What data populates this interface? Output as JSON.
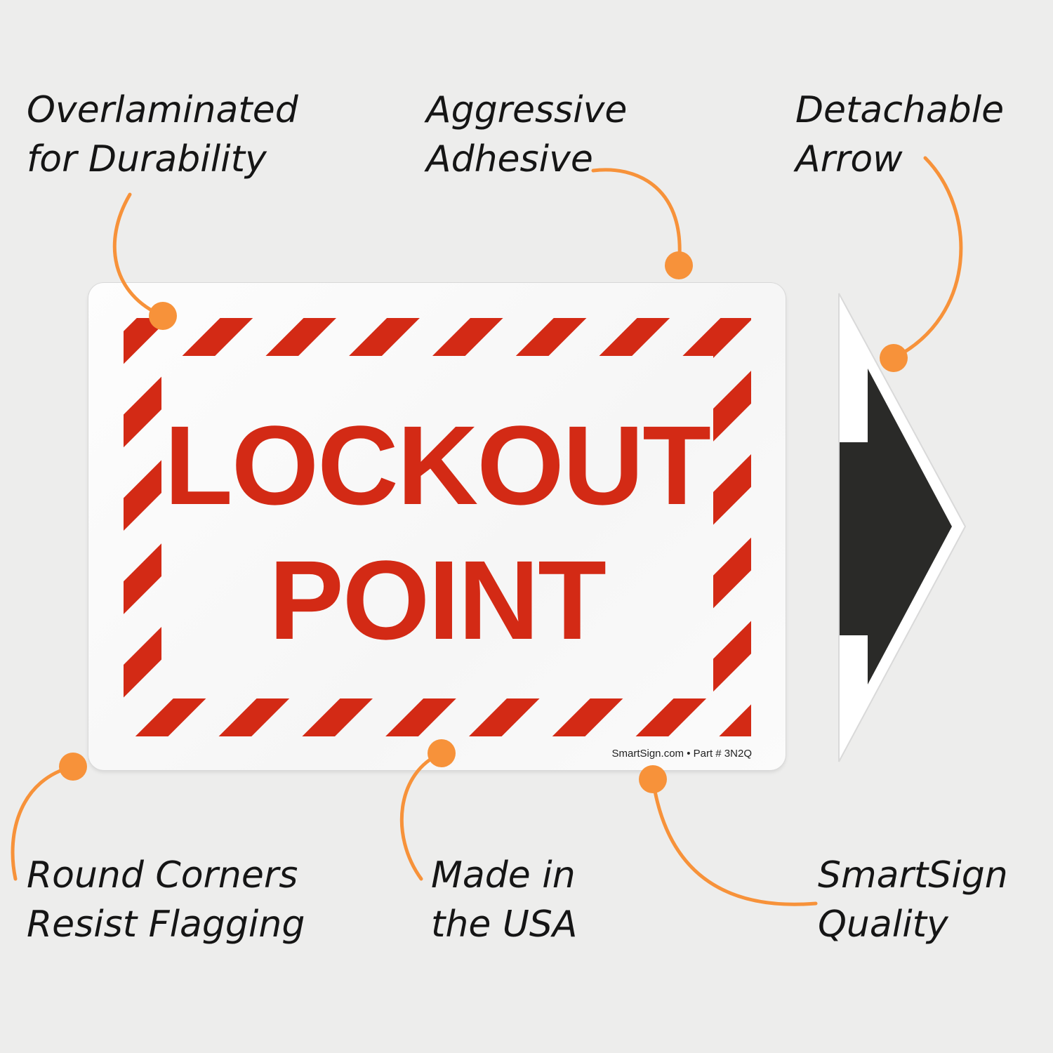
{
  "sign": {
    "line1": "LOCKOUT",
    "line2": "POINT",
    "footer": "SmartSign.com • Part # 3N2Q"
  },
  "callouts": [
    {
      "line1": "Overlaminated",
      "line2": "for Durability"
    },
    {
      "line1": "Aggressive",
      "line2": "Adhesive"
    },
    {
      "line1": "Detachable",
      "line2": "Arrow"
    },
    {
      "line1": "Round Corners",
      "line2": "Resist Flagging"
    },
    {
      "line1": "Made in",
      "line2": "the USA"
    },
    {
      "line1": "SmartSign",
      "line2": "Quality"
    }
  ],
  "colors": {
    "background": "#ededec",
    "sign_red": "#d32a15",
    "callout_orange": "#f7923a",
    "arrow_black": "#2a2a28",
    "text": "#151515"
  }
}
